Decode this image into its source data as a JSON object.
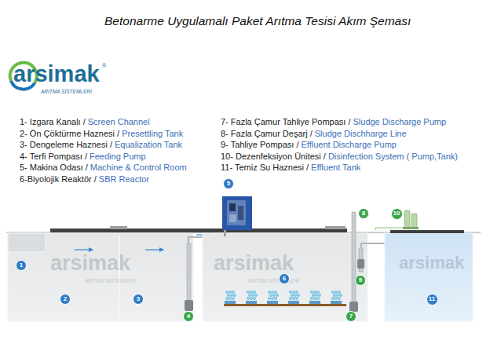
{
  "diagram": {
    "title": "Betonarme Uygulamalı Paket Arıtma Tesisi Akım  Şeması",
    "nodes": [
      {
        "text": [
          "1"
        ]
      },
      {
        "text": [
          "2"
        ]
      },
      {
        "text": [
          "3"
        ]
      },
      {
        "text": [
          "4"
        ]
      },
      {
        "text": [
          "5"
        ]
      },
      {
        "text": [
          "6"
        ]
      },
      {
        "text": [
          "7"
        ]
      },
      {
        "text": [
          "8"
        ]
      },
      {
        "text": [
          "9"
        ]
      },
      {
        "text": [
          "10"
        ]
      },
      {
        "text": [
          "11"
        ]
      }
    ],
    "labels": [
      "arsimak",
      "®",
      "ARITMA SİSTEMLERİ",
      "1- Izgara Kanalı /",
      "Screen Channel",
      "2- Ön Çöktürme Haznesi /",
      "Presettling Tank",
      "3- Dengeleme Haznesi /",
      "Equalization Tank",
      "4- Terfi Pompası /",
      "Feeding Pump",
      "5- Makina Odası /",
      "Machine & Control Room",
      "6-Biyolojik Reaktör /",
      "SBR Reactor",
      "7- Fazla Çamur Tahliye Pompası /",
      "Sludge Discharge Pump",
      "8- Fazla Çamur Deşarj /",
      "Sludge Dischharge Line",
      "9- Tahliye Pompası /",
      "Effluent Discharge Pump",
      "10- Dezenfeksiyon Ünitesi /",
      "Disinfection System ( Pump,Tank)",
      "11- Temiz Su Haznesi /",
      "Effluent Tank",
      "arsimak",
      "ARITMA SİSTEMLERİ",
      "arsimak",
      "ARITMA SİSTEMLERİ",
      "arsimak"
    ]
  }
}
